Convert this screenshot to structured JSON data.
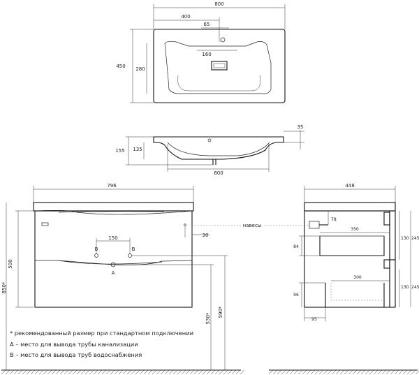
{
  "top_view": {
    "width": "800",
    "half_width": "400",
    "tap_offset": "65",
    "drain_offset": "160",
    "depth": "450",
    "bowl_depth": "280"
  },
  "side_view": {
    "rim_height": "35",
    "overall_height": "155",
    "bowl_height": "135",
    "bowl_width": "600"
  },
  "front_view": {
    "width": "796",
    "pipe_spacing": "150",
    "pipe_b_left": "B",
    "pipe_b_right": "B",
    "drain_a": "A",
    "mount_offset": "30",
    "hinges_label": "навесы",
    "drawer_height": "500",
    "total_height": "850*",
    "floor_to_drain": "530*",
    "floor_to_pipes": "590*"
  },
  "side_section": {
    "depth": "448",
    "hanger_drop": "78",
    "upper_shelf_depth": "350",
    "upper_shelf_height": "84",
    "lower_shelf_depth": "300",
    "lower_shelf_height": "96",
    "toe_depth": "95",
    "upper_inner_height": "130",
    "upper_drawer_height": "245",
    "lower_inner_height": "130",
    "lower_drawer_height": "245"
  },
  "notes": {
    "recommended": "* рекомендованный размер при стандартном подключении",
    "note_a": "A – место для вывода трубы канализации",
    "note_b": "B – место для вывода труб водоснабжения"
  }
}
